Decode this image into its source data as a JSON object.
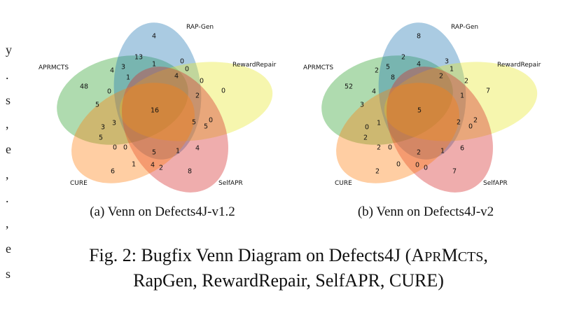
{
  "margin_glyphs": [
    "y",
    ".",
    "s",
    ",",
    "e",
    ",",
    ".",
    ",",
    "e",
    "s"
  ],
  "figures": [
    {
      "subcaption": "(a) Venn on Defects4J-v1.2",
      "sets": {
        "aprmcts": "APRMCTS",
        "rapgen": "RAP-Gen",
        "rewardrepair": "RewardRepair",
        "selfapr": "SelfAPR",
        "cure": "CURE"
      },
      "counts": [
        "4",
        "13",
        "3",
        "1",
        "0",
        "0",
        "0",
        "4",
        "1",
        "48",
        "0",
        "5",
        "16",
        "4",
        "2",
        "0",
        "0",
        "5",
        "5",
        "3",
        "3",
        "5",
        "0",
        "0",
        "5",
        "1",
        "4",
        "1",
        "4",
        "2",
        "6",
        "8"
      ]
    },
    {
      "subcaption": "(b) Venn on Defects4J-v2",
      "sets": {
        "aprmcts": "APRMCTS",
        "rapgen": "RAP-Gen",
        "rewardrepair": "RewardRepair",
        "selfapr": "SelfAPR",
        "cure": "CURE"
      },
      "counts": [
        "8",
        "2",
        "4",
        "3",
        "1",
        "2",
        "5",
        "8",
        "2",
        "52",
        "4",
        "3",
        "5",
        "2",
        "1",
        "7",
        "2",
        "2",
        "0",
        "1",
        "0",
        "2",
        "0",
        "0",
        "2",
        "1",
        "6",
        "0",
        "0",
        "2",
        "2",
        "7"
      ]
    }
  ],
  "chart_data": [
    {
      "type": "venn",
      "title": "(a) Venn on Defects4J-v1.2",
      "sets": [
        "APRMCTS",
        "RAP-Gen",
        "RewardRepair",
        "SelfAPR",
        "CURE"
      ],
      "region_values": [
        4,
        13,
        3,
        1,
        0,
        0,
        0,
        4,
        1,
        48,
        0,
        5,
        16,
        4,
        2,
        0,
        0,
        5,
        5,
        3,
        3,
        5,
        0,
        0,
        5,
        1,
        4,
        1,
        4,
        2,
        6,
        8
      ]
    },
    {
      "type": "venn",
      "title": "(b) Venn on Defects4J-v2",
      "sets": [
        "APRMCTS",
        "RAP-Gen",
        "RewardRepair",
        "SelfAPR",
        "CURE"
      ],
      "region_values": [
        8,
        2,
        4,
        3,
        1,
        2,
        5,
        8,
        2,
        52,
        4,
        3,
        5,
        2,
        1,
        7,
        2,
        2,
        0,
        1,
        0,
        2,
        0,
        0,
        2,
        1,
        6,
        0,
        0,
        2,
        2,
        7
      ]
    }
  ],
  "colors": {
    "aprmcts": "#2ca02c",
    "rapgen": "#1f77b4",
    "rewardrepair": "#e8e82a",
    "selfapr": "#d62728",
    "cure": "#ff7f0e"
  },
  "caption": {
    "line1_pre": "Fig. 2: Bugfix Venn Diagram on Defects4J (A",
    "line1_sc": "PR",
    "line1_mid": "M",
    "line1_sc2": "CTS",
    "line1_post": ",",
    "line2": "RapGen, RewardRepair, SelfAPR, CURE)"
  }
}
